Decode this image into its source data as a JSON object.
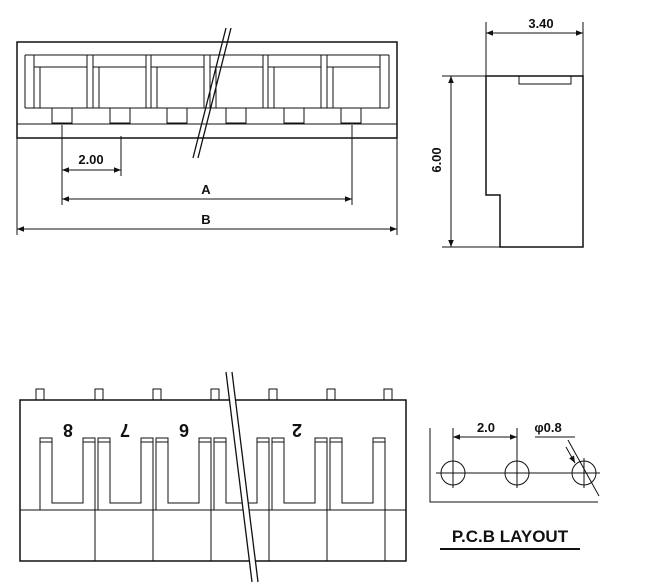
{
  "dimensions": {
    "pitch": "2.00",
    "span_a": "A",
    "overall_b": "B",
    "depth": "3.40",
    "height": "6.00"
  },
  "bottom_view": {
    "pin_numbers": [
      "8",
      "7",
      "6",
      "2"
    ]
  },
  "pcb_layout": {
    "pitch": "2.0",
    "hole_diameter": "φ0.8",
    "title": "P.C.B LAYOUT"
  }
}
